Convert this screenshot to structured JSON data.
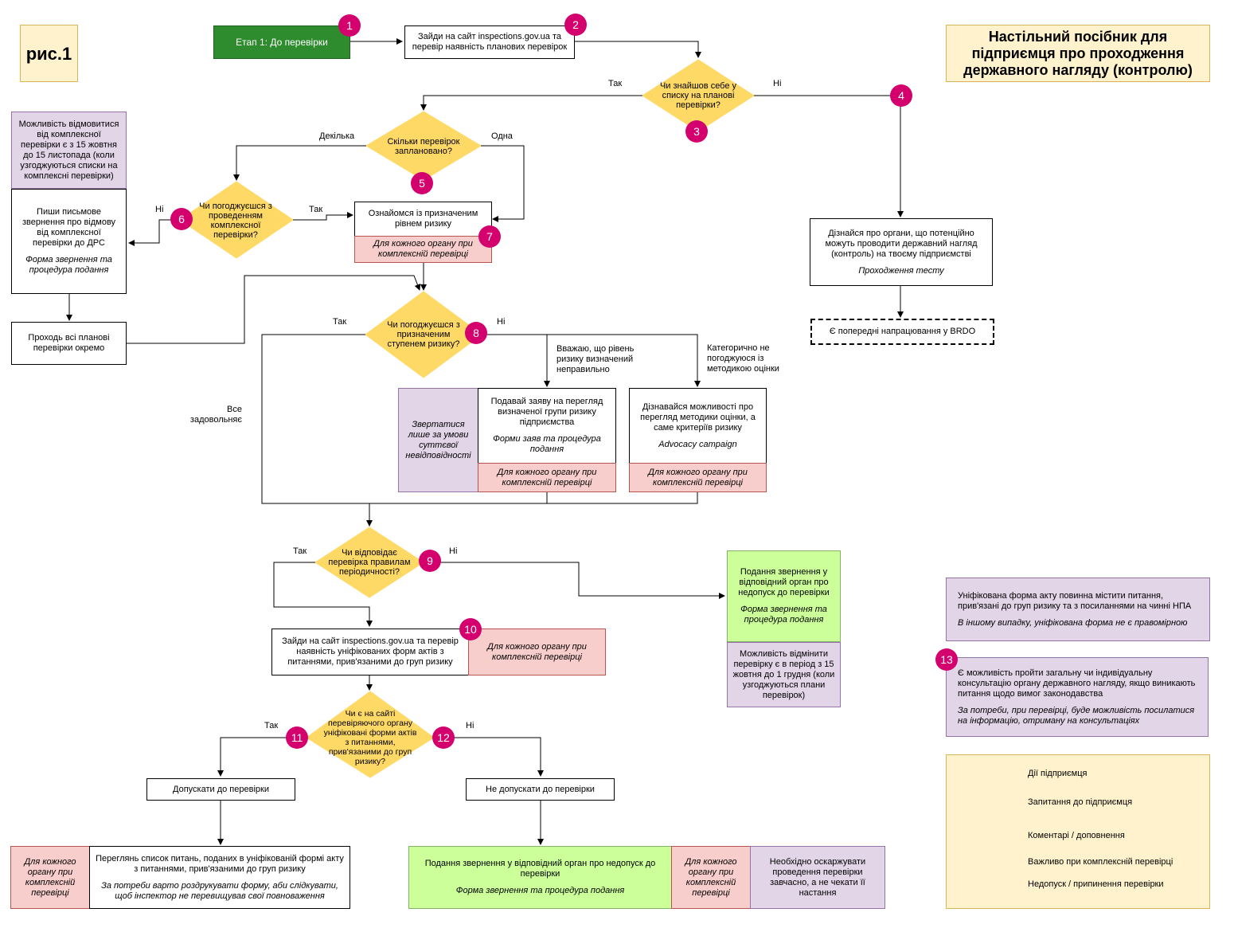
{
  "fig_label": "рис.1",
  "title": "Настільний посібник для підприємця про проходження державного нагляду (контролю)",
  "colors": {
    "decision": "#ffd966",
    "badge": "#d4006e",
    "comment": "#e1d5e7",
    "important": "#f8cecc",
    "stop": "#ccff99",
    "start": "#2e8b2e"
  },
  "badges": [
    "1",
    "2",
    "3",
    "4",
    "5",
    "6",
    "7",
    "8",
    "9",
    "10",
    "11",
    "12",
    "13"
  ],
  "nodes": {
    "stage1": "Етап 1: До перевірки",
    "visit_site": "Зайди на сайт inspections.gov.ua та перевір наявність планових перевірок",
    "found_self": "Чи знайшов себе у списку на планові перевірки?",
    "how_many": "Скільки перевірок заплановано?",
    "refusal_note": "Можливість відмовитися від комплексної перевірки є з 15 жовтня до 15 листопада (коли узгоджуються списки на комплексні перевірки)",
    "agree_complex": "Чи погоджуєшся з проведенням комплексної перевірки?",
    "write_refusal": "Пиши письмове звернення про відмову від комплексної перевірки до ДРС",
    "write_refusal_sub": "Форма звернення та процедура подання",
    "pass_all": "Проходь всі планові перевірки окремо",
    "learn_risk": "Ознайомся із призначеним рівнем ризику",
    "learn_risk_note": "Для кожного органу при комплексній перевірці",
    "learn_orgs": "Дізнайся про органи, що потенційно можуть проводити державний нагляд (контроль) на твоєму підприємстві",
    "learn_orgs_sub": "Проходження тесту",
    "brdo": "Є попередні напрацювання у BRDO",
    "agree_risk": "Чи погоджуєшся з призначеним ступенем ризику?",
    "consider_wrong": "Вважаю, що рівень ризику визначений неправильно",
    "disagree_method": "Категорично не погоджуюся із методикою оцінки",
    "all_ok": "Все задовольняє",
    "apply_only": "Звертатися лише за умови суттєвої невідповідності",
    "submit_review": "Подавай заяву на перегляд визначеної групи ризику підприємства",
    "submit_review_sub": "Форми заяв та процедура подання",
    "submit_review_note": "Для кожного органу при комплексній перевірці",
    "method_review": "Дізнавайся можливості про перегляд методики оцінки, а саме критеріїв ризику",
    "method_review_sub": "Advocacy campaign",
    "method_review_note": "Для кожного органу при комплексній перевірці",
    "periodicity": "Чи відповідає перевірка правилам періодичності?",
    "appeal_top": "Подання звернення у відповідний орган про недопуск до перевірки",
    "appeal_top_sub": "Форма звернення та процедура подання",
    "cancel_note": "Можливість відмінити перевірку є в період з 15 жовтня до 1 грудня (коли узгоджуються плани перевірок)",
    "visit_forms": "Зайди на сайт inspections.gov.ua та перевір наявність уніфікованих форм актів з питаннями, прив'язаними до груп ризику",
    "visit_forms_note": "Для кожного органу при комплексній перевірці",
    "forms_exist": "Чи є на сайті перевіряючого органу уніфіковані форми актів з питаннями, прив'язаними до груп ризику?",
    "admit": "Допускати до перевірки",
    "not_admit": "Не допускати до перевірки",
    "admit_note": "Для кожного органу при комплексній перевірці",
    "review_list": "Переглянь список питань, поданих в уніфікованій формі акту з питаннями, прив'язаними до груп ризику",
    "review_list_sub": "За потреби варто роздрукувати форму, аби слідкувати, щоб інспектор не перевищував свої повноваження",
    "appeal_bottom": "Подання звернення у відповідний орган про недопуск до перевірки",
    "appeal_bottom_sub": "Форма звернення та процедура подання",
    "appeal_bottom_note": "Для кожного органу при комплексній перевірці",
    "contest_note": "Необхідно оскаржувати проведення перевірки завчасно, а не чекати її настання",
    "unified_note": "Уніфікована форма акту повинна містити питання, прив'язані до груп ризику та з посиланнями на чинні НПА",
    "unified_note_sub": "В іншому випадку, уніфікована форма не є правомірною",
    "consult_note": "Є можливість пройти загальну чи індивідуальну консультацію органу державного нагляду, якщо виникають питання щодо вимог законодавства",
    "consult_note_sub": "За потреби, при перевірці, буде можливість посилатися на інформацію, отриману на консультаціях"
  },
  "edge_labels": {
    "found_yes": "Так",
    "found_no": "Ні",
    "several": "Декілька",
    "one": "Одна",
    "complex_no": "Ні",
    "complex_yes": "Так",
    "risk_yes": "Так",
    "risk_no": "Ні",
    "period_yes": "Так",
    "period_no": "Ні",
    "forms_yes": "Так",
    "forms_no": "Ні"
  },
  "legend": [
    {
      "shape": "rect",
      "label": "Дії підприємця"
    },
    {
      "shape": "diamond",
      "label": "Запитання до підприємця"
    },
    {
      "shape": "rect-purple",
      "label": "Коментарі / доповнення"
    },
    {
      "shape": "rect-pink",
      "label": "Важливо при комплексній перевірці"
    },
    {
      "shape": "rect-lime",
      "label": "Недопуск / припинення перевірки"
    }
  ]
}
